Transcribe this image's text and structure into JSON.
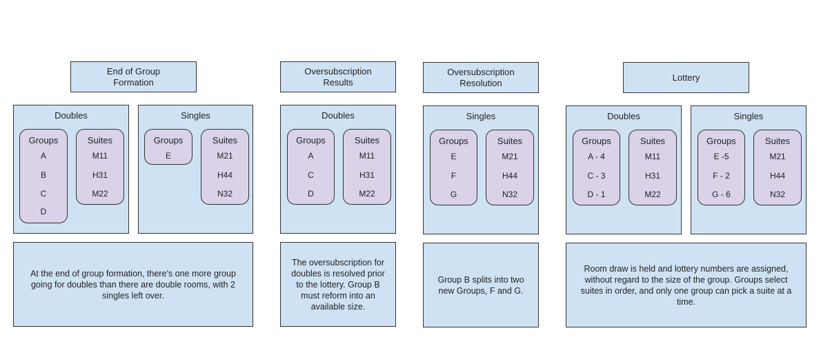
{
  "stages": [
    {
      "title": "End of Group\nFormation"
    },
    {
      "title": "Oversubscription\nResults"
    },
    {
      "title": "Oversubscription\nResolution"
    },
    {
      "title": "Lottery"
    }
  ],
  "panels": [
    {
      "label": "Doubles",
      "groups_head": "Groups",
      "groups": [
        "A",
        "B",
        "C",
        "D"
      ],
      "suites_head": "Suites",
      "suites": [
        "M11",
        "H31",
        "M22"
      ]
    },
    {
      "label": "Singles",
      "groups_head": "Groups",
      "groups": [
        "E"
      ],
      "suites_head": "Suites",
      "suites": [
        "M21",
        "H44",
        "N32"
      ]
    },
    {
      "label": "Doubles",
      "groups_head": "Groups",
      "groups": [
        "A",
        "C",
        "D"
      ],
      "suites_head": "Suites",
      "suites": [
        "M11",
        "H31",
        "M22"
      ]
    },
    {
      "label": "Singles",
      "groups_head": "Groups",
      "groups": [
        "E",
        "F",
        "G"
      ],
      "suites_head": "Suites",
      "suites": [
        "M21",
        "H44",
        "N32"
      ]
    },
    {
      "label": "Doubles",
      "groups_head": "Groups",
      "groups": [
        "A - 4",
        "C - 3",
        "D - 1"
      ],
      "suites_head": "Suites",
      "suites": [
        "M11",
        "H31",
        "M22"
      ]
    },
    {
      "label": "Singles",
      "groups_head": "Groups",
      "groups": [
        "E -5",
        "F - 2",
        "G - 6"
      ],
      "suites_head": "Suites",
      "suites": [
        "M21",
        "H44",
        "N32"
      ]
    }
  ],
  "descriptions": [
    "At the end of group formation, there’s one more group going for doubles than there are double rooms, with 2 singles left over.",
    "The oversubscription for doubles is resolved prior to the lottery. Group B must reform into an available size.",
    "Group B splits into two new Groups, F and G.",
    "Room draw is held and lottery numbers are assigned, without regard to the size of the group. Groups select suites in order, and only one group can pick a suite at a time."
  ]
}
